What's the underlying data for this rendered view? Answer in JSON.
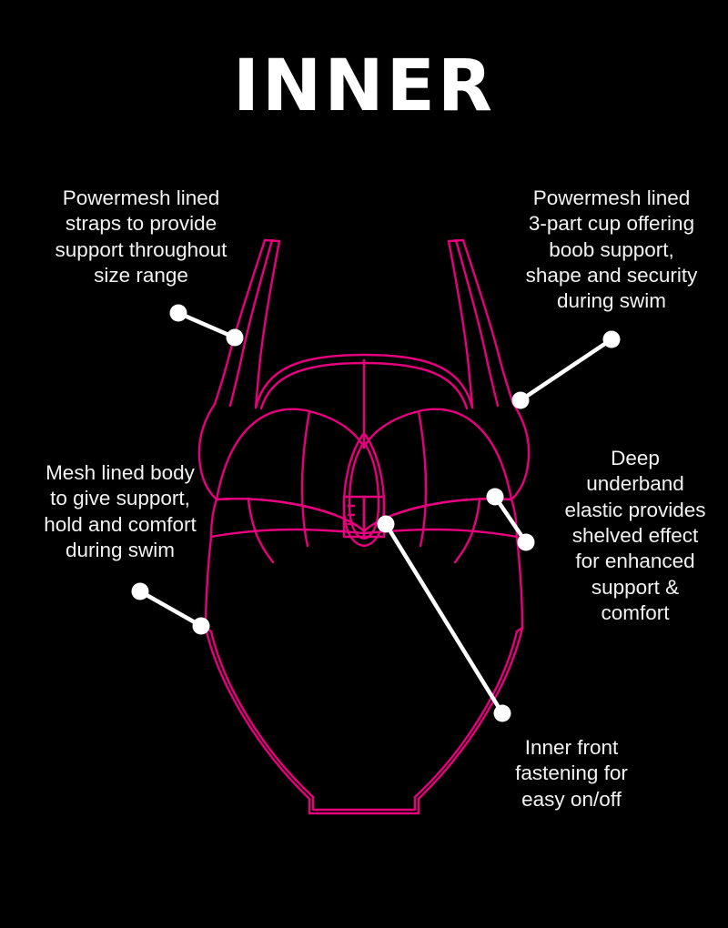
{
  "page": {
    "title": "INNER",
    "background_color": "#000000",
    "line_color": "#E6007E",
    "text_color": "#F2F2F2",
    "connector_color": "#FFFFFF"
  },
  "illustration": {
    "name": "swimsuit-technical-drawing",
    "description": "One-piece swimsuit front technical line drawing"
  },
  "callouts": [
    {
      "id": "straps",
      "text": "Powermesh lined\nstraps to provide\nsupport throughout\nsize range"
    },
    {
      "id": "cup",
      "text": "Powermesh lined\n3-part cup offering\nboob support,\nshape and security\nduring swim"
    },
    {
      "id": "body",
      "text": "Mesh lined body\nto give support,\nhold and comfort\nduring swim"
    },
    {
      "id": "underband",
      "text": "Deep\nunderband\nelastic provides\nshelved effect\nfor enhanced\nsupport &\ncomfort"
    },
    {
      "id": "fastening",
      "text": "Inner front\nfastening for\neasy on/off"
    }
  ]
}
